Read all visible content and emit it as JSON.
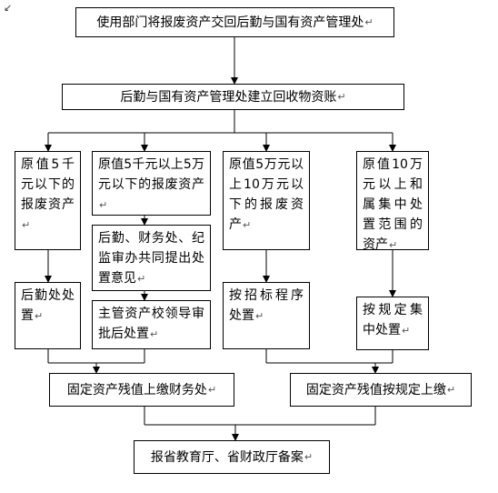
{
  "corner_mark": "↙",
  "paragraph_mark": "↵",
  "nodes": {
    "dept_return": "使用部门将报废资产交回后勤与国有资产管理处",
    "establish_account": "后勤与国有资产管理处建立回收物资账",
    "below_5k": "原值5千元以下的报废资产",
    "between_5k_50k": "原值5千元以上5万元以下的报废资产",
    "joint_opinion": "后勤、财务处、纪监审办共同提出处置意见",
    "leader_approval": "主管资产校领导审批后处置",
    "between_50k_100k": "原值5万元以上10万元以下的报废资产",
    "tender_procedure": "按招标程序处置",
    "above_100k": "原值10万元以上和属集中处置范围的资产",
    "logistics_dispose": "后勤处处置",
    "regulation_centralized": "按规定集中处置",
    "residual_to_finance": "固定资产残值上缴财务处",
    "residual_by_regulation": "固定资产残值按规定上缴",
    "report_filing": "报省教育厅、省财政厅备案"
  }
}
